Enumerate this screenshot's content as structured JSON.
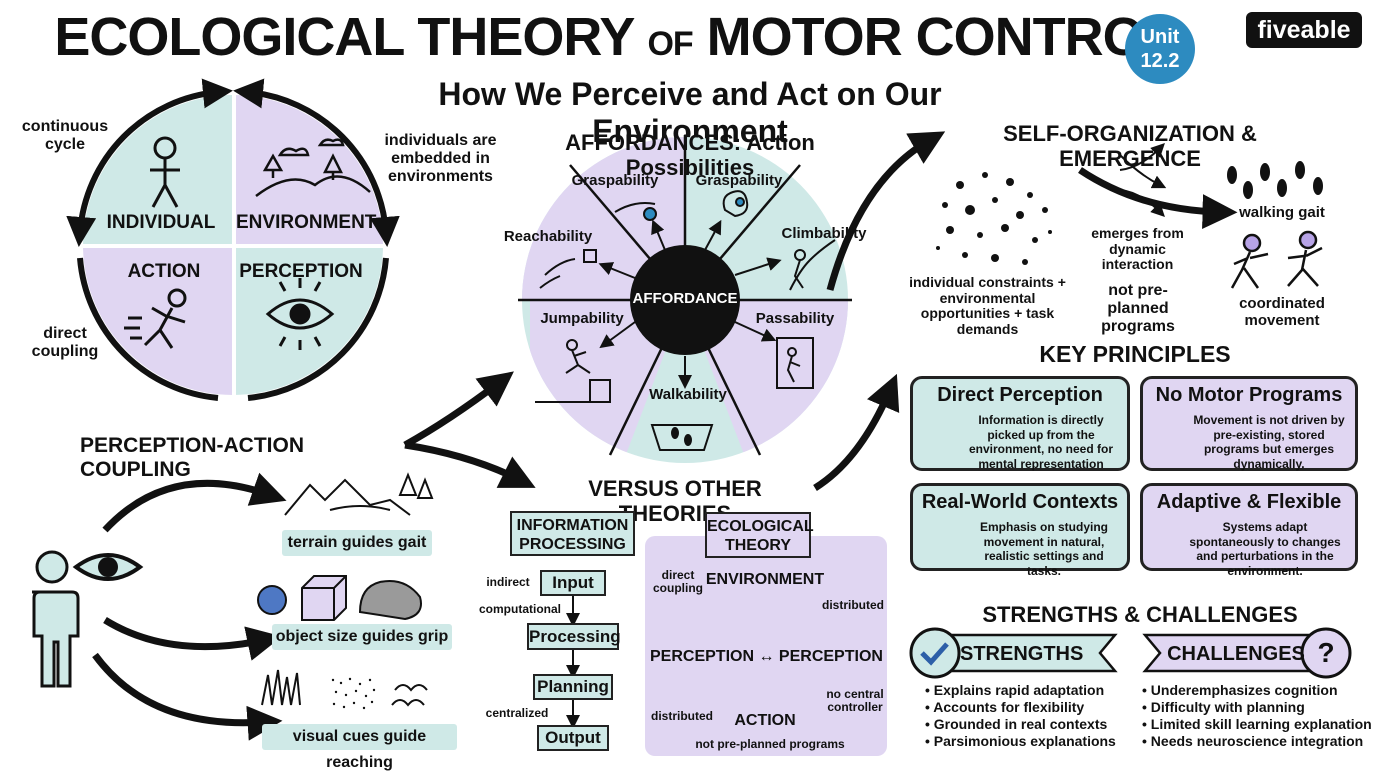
{
  "header": {
    "title_part1": "ECOLOGICAL THEORY",
    "title_of": "OF",
    "title_part2": "MOTOR CONTROL",
    "subtitle": "How We Perceive and Act on Our Environment",
    "unit": "Unit",
    "unit_number": "12.2",
    "logo": "fiveable"
  },
  "cycle": {
    "q1": "INDIVIDUAL",
    "q2": "ENVIRONMENT",
    "q3": "ACTION",
    "q4": "PERCEPTION",
    "note_top": "continuous cycle",
    "note_right": "individuals are embedded in environments",
    "note_left": "direct coupling"
  },
  "affordances": {
    "title": "AFFORDANCES: Action Possibilities",
    "center": "AFFORDANCE",
    "items": [
      "Graspability",
      "Graspability",
      "Climbability",
      "Passability",
      "Walkability",
      "Jumpability",
      "Reachability"
    ]
  },
  "coupling": {
    "title": "PERCEPTION-ACTION COUPLING",
    "examples": [
      "terrain guides gait",
      "object size guides grip",
      "visual cues guide reaching"
    ]
  },
  "self_org": {
    "title": "SELF-ORGANIZATION & EMERGENCE",
    "constraints": "individual constraints + environmental opportunities + task demands",
    "emerges": "emerges from dynamic interaction",
    "not_preplanned": "not pre-planned programs",
    "walking": "walking gait",
    "coordinated": "coordinated movement"
  },
  "key_principles": {
    "title": "KEY PRINCIPLES",
    "items": [
      {
        "title": "Direct Perception",
        "text": "Information is directly picked up from the environment, no need for mental representation"
      },
      {
        "title": "No Motor Programs",
        "text": "Movement is not driven by pre-existing, stored programs but emerges dynamically."
      },
      {
        "title": "Real-World Contexts",
        "text": "Emphasis on studying movement in natural, realistic settings and tasks."
      },
      {
        "title": "Adaptive & Flexible",
        "text": "Systems adapt spontaneously to changes and perturbations in the environment."
      }
    ]
  },
  "versus": {
    "title": "VERSUS OTHER THEORIES",
    "info_title": "INFORMATION PROCESSING",
    "steps": [
      "Input",
      "Processing",
      "Planning",
      "Output"
    ],
    "indirect": "indirect",
    "computational": "computational",
    "centralized": "centralized",
    "eco_title": "ECOLOGICAL THEORY",
    "eco_environment": "ENVIRONMENT",
    "eco_perception_left": "PERCEPTION",
    "eco_arrow": "↔",
    "eco_perception_right": "PERCEPTION",
    "eco_action": "ACTION",
    "direct_coupling": "direct coupling",
    "distributed_top": "distributed",
    "distributed_bottom": "distributed",
    "no_central": "no central controller",
    "not_preplanned": "not pre-planned programs"
  },
  "strengths_challenges": {
    "title": "STRENGTHS & CHALLENGES",
    "strengths_label": "STRENGTHS",
    "challenges_label": "CHALLENGES",
    "challenge_symbol": "?",
    "strengths": [
      "Explains rapid adaptation",
      "Accounts for flexibility",
      "Grounded in real contexts",
      "Parsimonious explanations"
    ],
    "challenges": [
      "Underemphasizes cognition",
      "Difficulty with planning",
      "Limited skill learning explanation",
      "Needs neuroscience integration"
    ]
  },
  "colors": {
    "teal": "#cfe9e7",
    "purple": "#e0d6f2",
    "blue": "#2d8bc0",
    "ink": "#111111"
  }
}
